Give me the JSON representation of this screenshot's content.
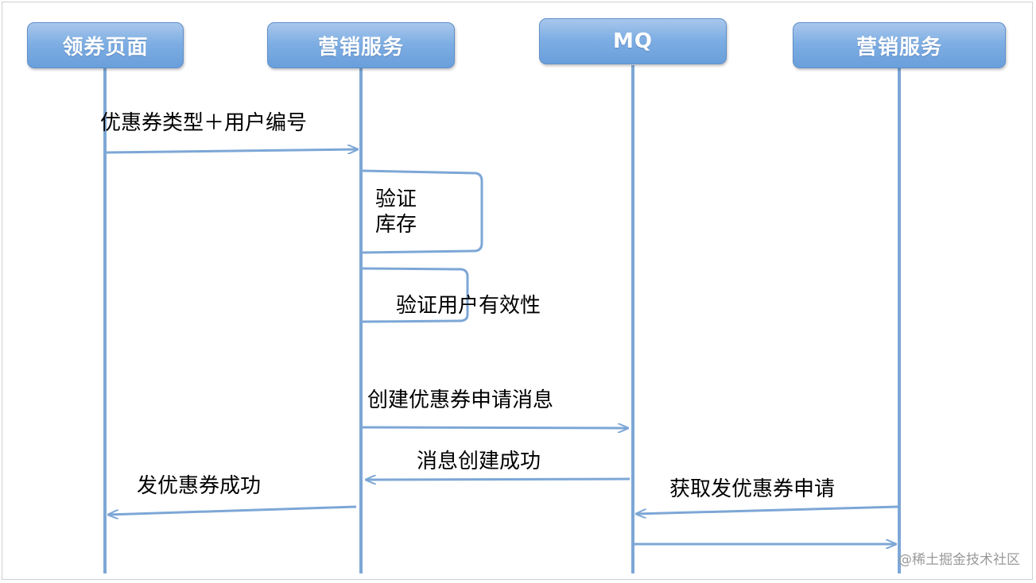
{
  "actors": [
    "领券页面",
    "营销服务",
    "MQ",
    "营销服务"
  ],
  "messages": {
    "coupon_request": "优惠券类型＋用户编号",
    "check_stock_line1": "验证",
    "check_stock_line2": "库存",
    "check_user": "验证用户有效性",
    "create_message": "创建优惠券申请消息",
    "message_created": "消息创建成功",
    "coupon_sent": "发优惠券成功",
    "fetch_request": "获取发优惠券申请"
  },
  "watermark": "@稀土掘金技术社区",
  "colors": {
    "lifeline": "#7da7d6",
    "actor_fill": "#7eaee3",
    "actor_border": "#5f8fca"
  }
}
